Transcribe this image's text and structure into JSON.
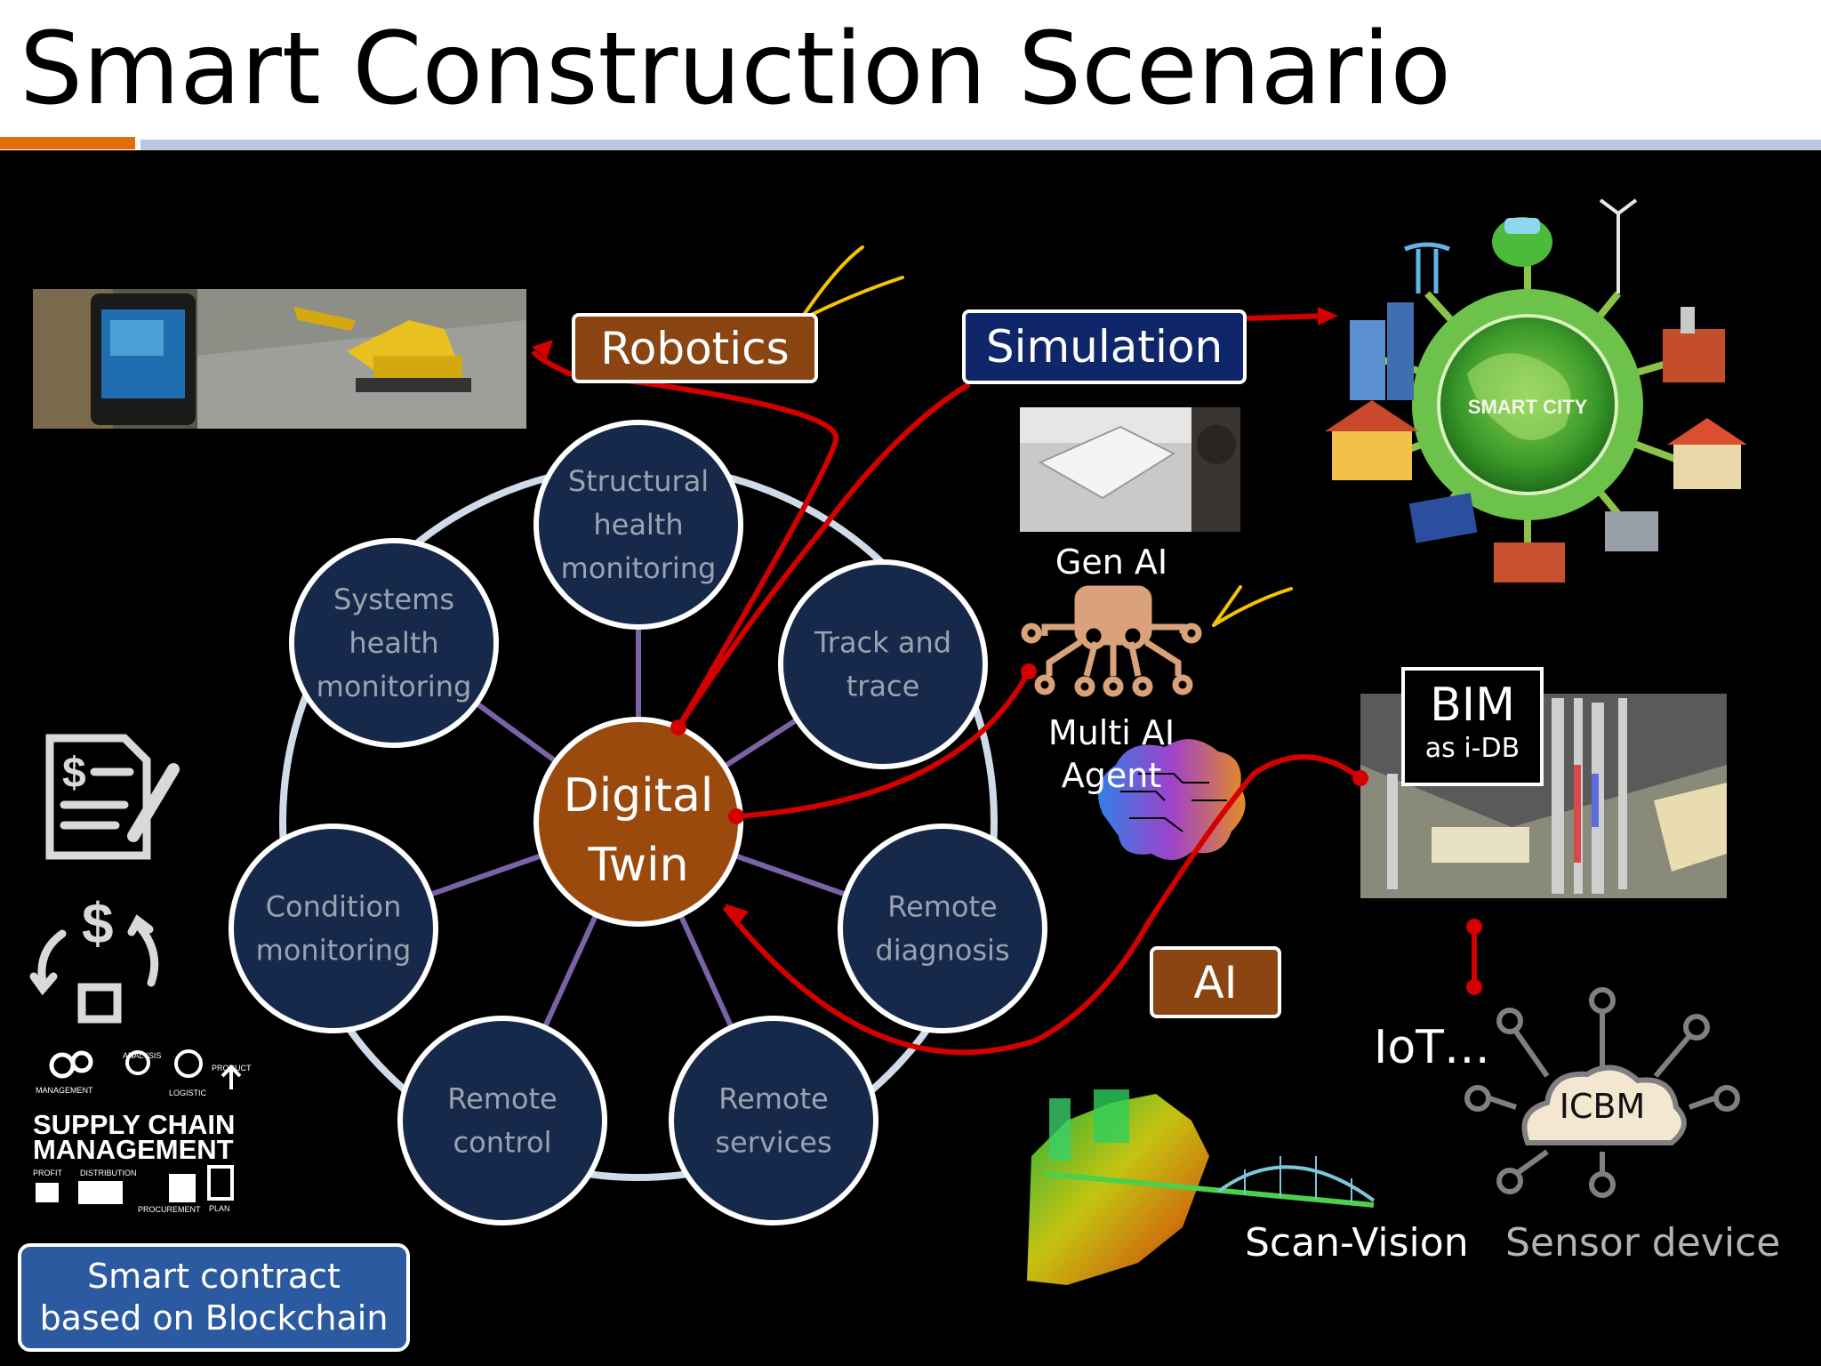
{
  "title": "Smart Construction Scenario",
  "center": {
    "line1": "Digital",
    "line2": "Twin"
  },
  "nodes": [
    {
      "line1": "Structural",
      "line2": "health",
      "line3": "monitoring"
    },
    {
      "line1": "Track and",
      "line2": "trace"
    },
    {
      "line1": "Remote",
      "line2": "diagnosis"
    },
    {
      "line1": "Remote",
      "line2": "services"
    },
    {
      "line1": "Remote",
      "line2": "control"
    },
    {
      "line1": "Condition",
      "line2": "monitoring"
    },
    {
      "line1": "Systems",
      "line2": "health",
      "line3": "monitoring"
    }
  ],
  "labels": {
    "robotics": "Robotics",
    "simulation": "Simulation",
    "gen_ai": "Gen AI",
    "multi_agent_1": "Multi AI",
    "multi_agent_2": "Agent",
    "ai": "AI",
    "bim": "BIM",
    "bim_sub": "as i-DB",
    "iot": "IoT…",
    "icbm": "ICBM",
    "scan_vision": "Scan-Vision",
    "sensor_device": "Sensor device",
    "smart_city": "SMART CITY",
    "smart_contract_1": "Smart contract",
    "smart_contract_2": "based on Blockchain",
    "supply_1": "SUPPLY CHAIN",
    "supply_2": "MANAGEMENT",
    "supply_words": [
      "MANAGEMENT",
      "ANALYSIS",
      "LOGISTIC",
      "PRODUCT",
      "PROFIT",
      "DISTRIBUTION",
      "PROCUREMENT",
      "PLAN"
    ]
  },
  "colors": {
    "node_fill": "#17294a",
    "center_fill": "#9a4a0d",
    "robotics_fill": "#8b4513",
    "simulation_fill": "#10266b",
    "contract_fill": "#2c5aa0",
    "arrow_red": "#d40000",
    "check_yellow": "#f5c400"
  }
}
